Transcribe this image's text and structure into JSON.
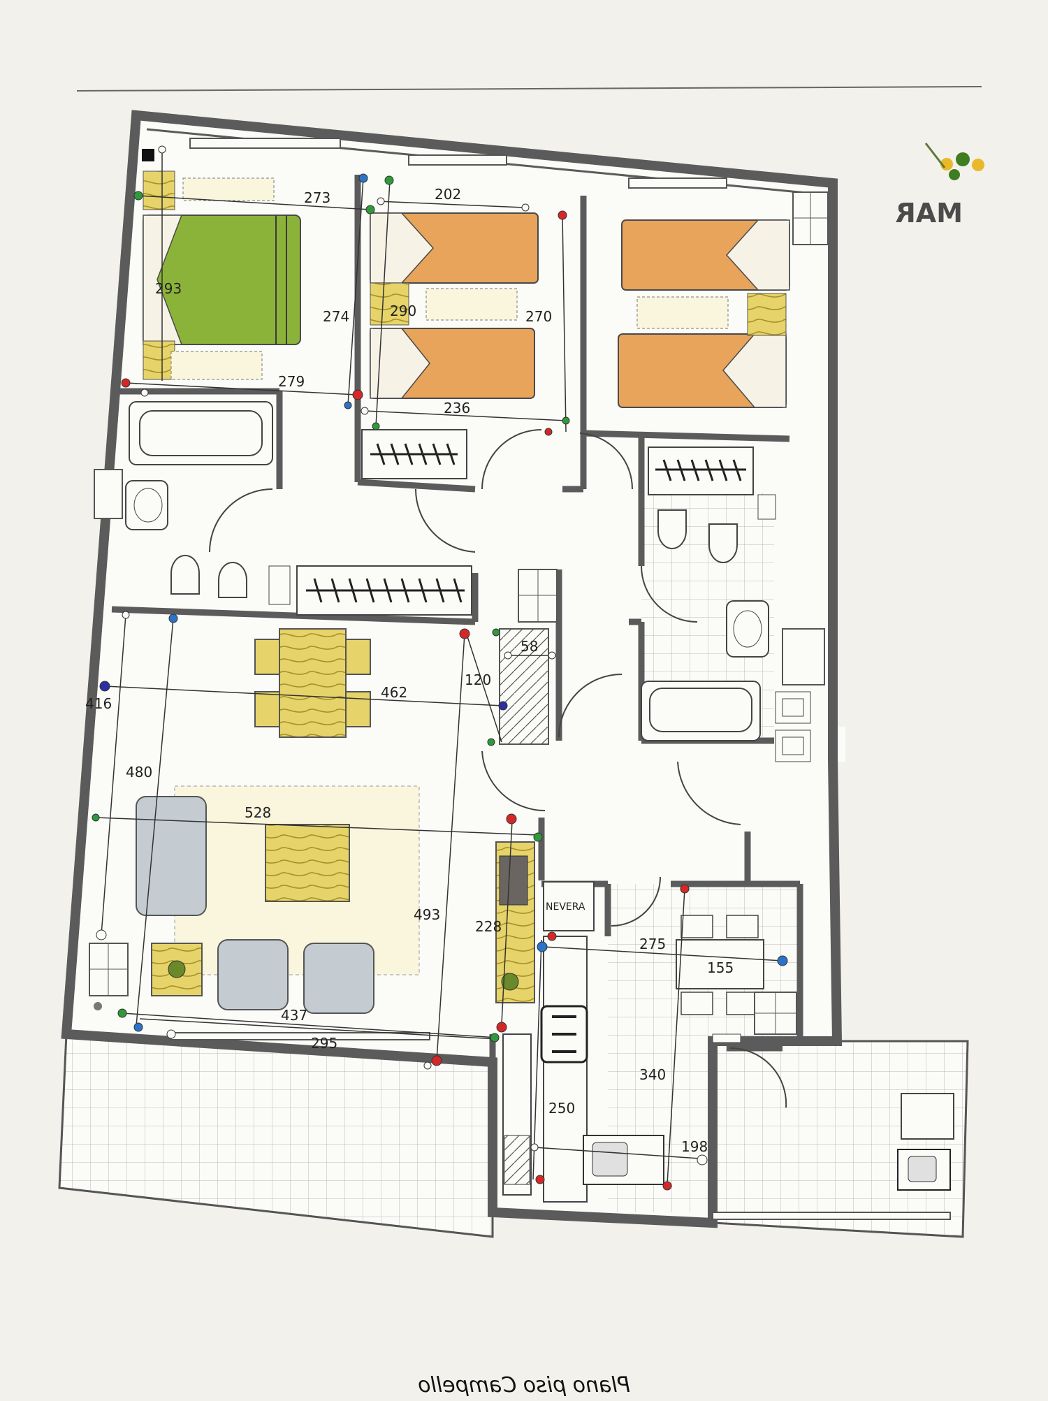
{
  "caption": "Plano piso Campello",
  "logo_text": "MAR",
  "fridge_label": "NEVERA",
  "colors": {
    "paper": "#f3f1ec",
    "wall": "#5b5b5b",
    "bed_green": "#8bb33a",
    "bed_orange": "#e7a45a",
    "table_yellow": "#e6d46a",
    "sofa_gray": "#c4ccd2",
    "marker_red": "#d42828",
    "marker_green": "#2e9a3a",
    "marker_blue": "#2b73c8",
    "marker_navy": "#2b2fa0"
  },
  "dimensions": [
    {
      "id": "d273",
      "value": "273"
    },
    {
      "id": "d202",
      "value": "202"
    },
    {
      "id": "d293",
      "value": "293"
    },
    {
      "id": "d274",
      "value": "274"
    },
    {
      "id": "d290",
      "value": "290"
    },
    {
      "id": "d270",
      "value": "270"
    },
    {
      "id": "d279",
      "value": "279"
    },
    {
      "id": "d236",
      "value": "236"
    },
    {
      "id": "d58",
      "value": "58"
    },
    {
      "id": "d120",
      "value": "120"
    },
    {
      "id": "d416",
      "value": "416"
    },
    {
      "id": "d462",
      "value": "462"
    },
    {
      "id": "d480",
      "value": "480"
    },
    {
      "id": "d528",
      "value": "528"
    },
    {
      "id": "d493",
      "value": "493"
    },
    {
      "id": "d228",
      "value": "228"
    },
    {
      "id": "d275",
      "value": "275"
    },
    {
      "id": "d155",
      "value": "155"
    },
    {
      "id": "d437",
      "value": "437"
    },
    {
      "id": "d295",
      "value": "295"
    },
    {
      "id": "d340",
      "value": "340"
    },
    {
      "id": "d250",
      "value": "250"
    },
    {
      "id": "d198",
      "value": "198"
    }
  ]
}
